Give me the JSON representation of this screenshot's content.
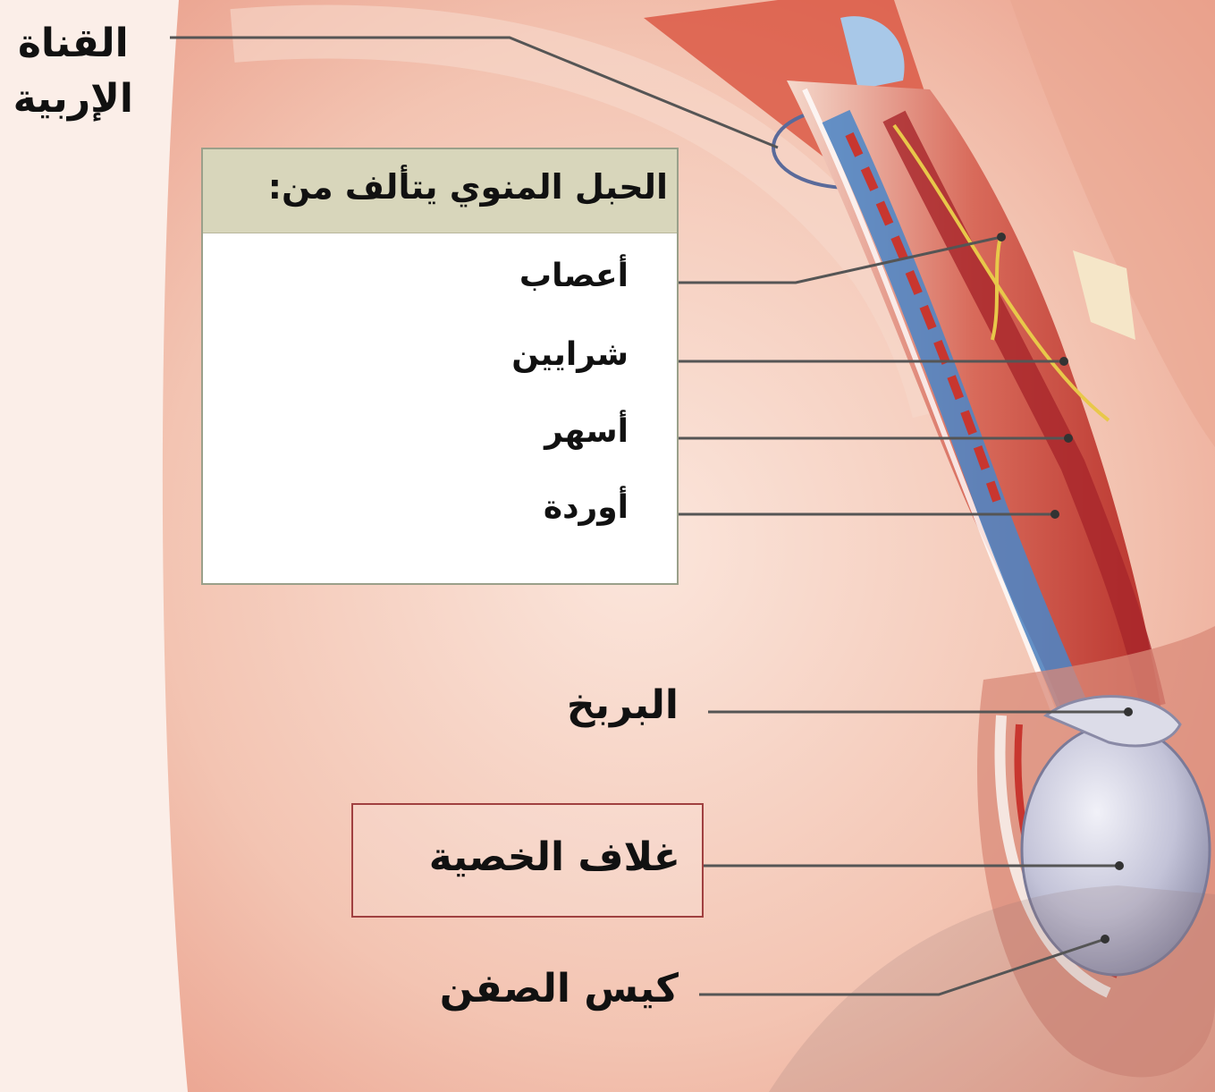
{
  "diagram": {
    "labels": {
      "inguinal_canal": [
        "القناة",
        "الإربية"
      ],
      "spermatic_cord_title": "الحبل المنوي يتألف من:",
      "nerves": "أعصاب",
      "arteries": "شرايين",
      "vas_deferens": "أسهر",
      "veins": "أوردة",
      "epididymis": "البربخ",
      "testis_sheath": "غلاف الخصية",
      "scrotum": "كيس الصفن"
    },
    "colors": {
      "skin": "#f3c9b8",
      "muscle": "#c8362f",
      "vein": "#4a86c8",
      "nerve": "#e8c84a",
      "testis": "#c9c9dc",
      "box_header": "#d8d6bb",
      "highlight_border": "#a04040"
    }
  }
}
